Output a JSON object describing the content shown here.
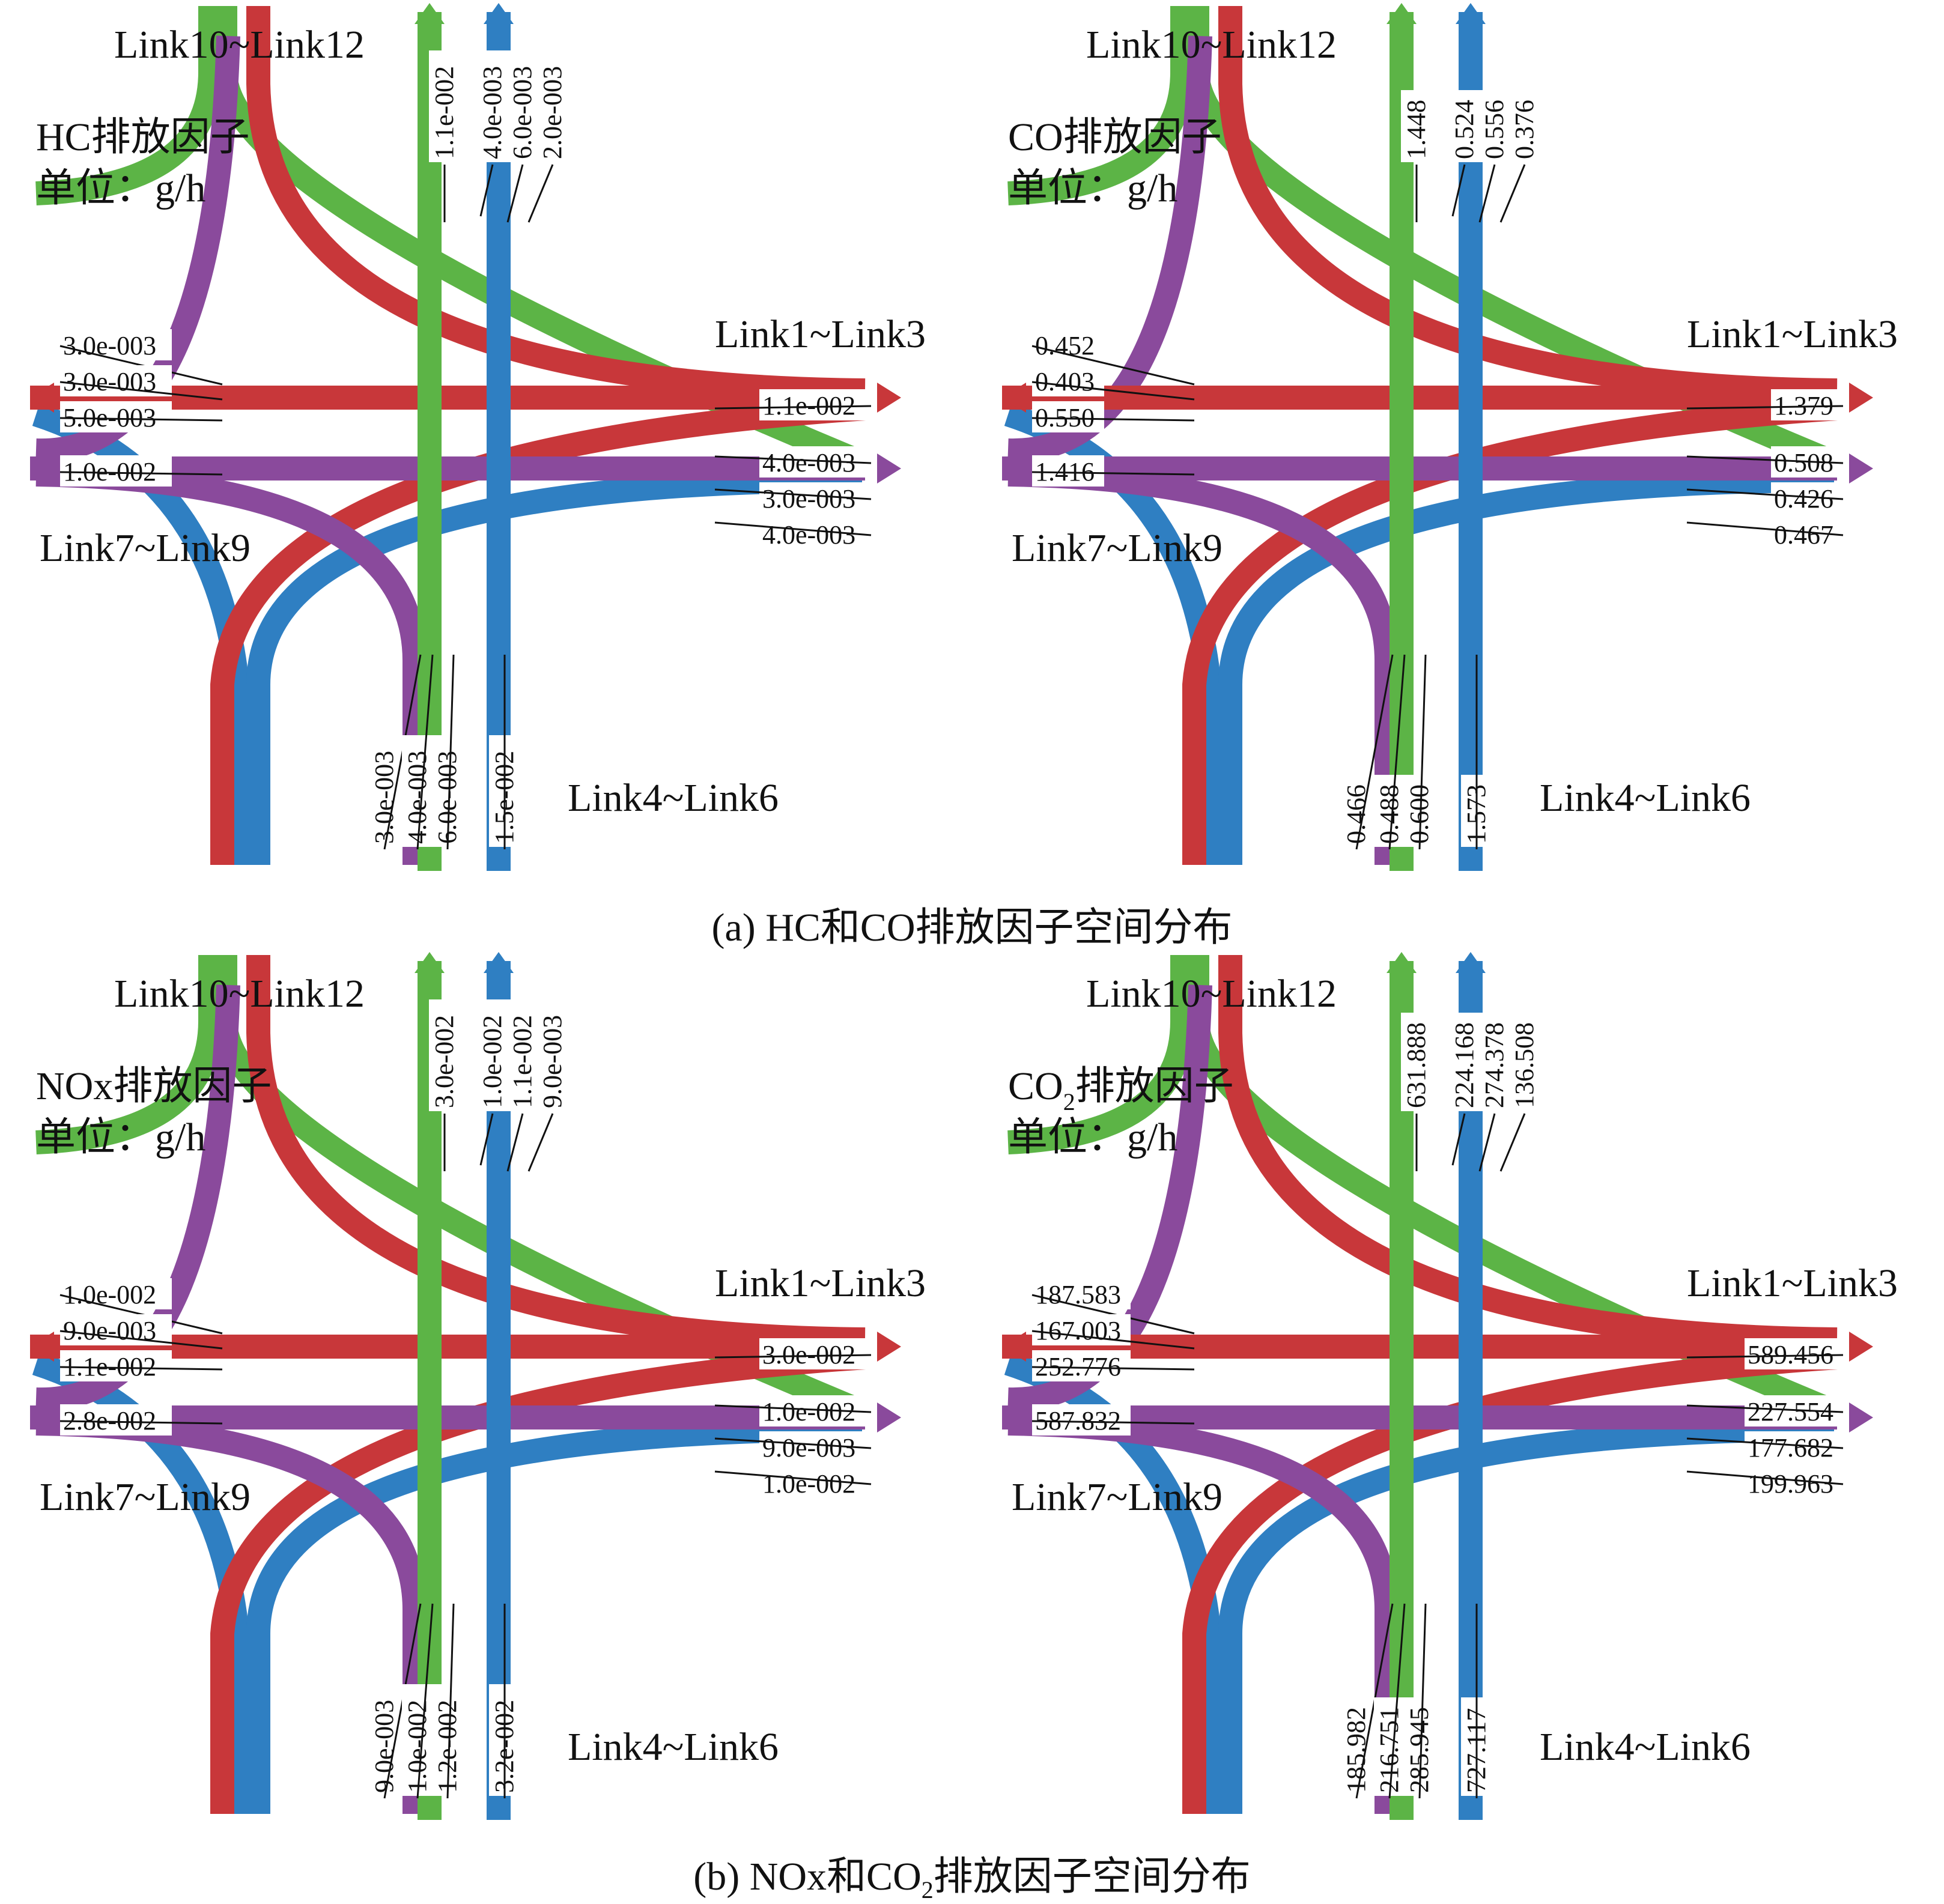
{
  "figure": {
    "caption_a": "(a)  HC和CO排放因子空间分布",
    "caption_b_pre": "(b)  NOx和CO",
    "caption_b_sub": "2",
    "caption_b_post": "排放因子空间分布"
  },
  "colors": {
    "green": "#5cb446",
    "red": "#c8373a",
    "blue": "#2f7fc2",
    "purple": "#8a4a9c"
  },
  "panels": [
    {
      "id": "hc",
      "title": "HC排放因子",
      "title_sub": "",
      "title_post": "",
      "unit": "单位：g/h",
      "link_north": "Link10~Link12",
      "link_east": "Link1~Link3",
      "link_west": "Link7~Link9",
      "link_south": "Link4~Link6",
      "north": [
        "1.1e-002",
        "4.0e-003",
        "6.0e-003",
        "2.0e-003"
      ],
      "west": [
        "3.0e-003",
        "3.0e-003",
        "5.0e-003",
        "1.0e-002"
      ],
      "east": [
        "1.1e-002",
        "4.0e-003",
        "3.0e-003",
        "4.0e-003"
      ],
      "south": [
        "3.0e-003",
        "4.0e-003",
        "6.0e-003",
        "1.5e-002"
      ]
    },
    {
      "id": "co",
      "title": "CO排放因子",
      "title_sub": "",
      "title_post": "",
      "unit": "单位：g/h",
      "link_north": "Link10~Link12",
      "link_east": "Link1~Link3",
      "link_west": "Link7~Link9",
      "link_south": "Link4~Link6",
      "north": [
        "1.448",
        "0.524",
        "0.556",
        "0.376"
      ],
      "west": [
        "0.452",
        "0.403",
        "0.550",
        "1.416"
      ],
      "east": [
        "1.379",
        "0.508",
        "0.426",
        "0.467"
      ],
      "south": [
        "0.466",
        "0.488",
        "0.600",
        "1.573"
      ]
    },
    {
      "id": "nox",
      "title": "NOx排放因子",
      "title_sub": "",
      "title_post": "",
      "unit": "单位：g/h",
      "link_north": "Link10~Link12",
      "link_east": "Link1~Link3",
      "link_west": "Link7~Link9",
      "link_south": "Link4~Link6",
      "north": [
        "3.0e-002",
        "1.0e-002",
        "1.1e-002",
        "9.0e-003"
      ],
      "west": [
        "1.0e-002",
        "9.0e-003",
        "1.1e-002",
        "2.8e-002"
      ],
      "east": [
        "3.0e-002",
        "1.0e-002",
        "9.0e-003",
        "1.0e-002"
      ],
      "south": [
        "9.0e-003",
        "1.0e-002",
        "1.2e-002",
        "3.2e-002"
      ]
    },
    {
      "id": "co2",
      "title": "CO",
      "title_sub": "2",
      "title_post": "排放因子",
      "unit": "单位：g/h",
      "link_north": "Link10~Link12",
      "link_east": "Link1~Link3",
      "link_west": "Link7~Link9",
      "link_south": "Link4~Link6",
      "north": [
        "631.888",
        "224.168",
        "274.378",
        "136.508"
      ],
      "west": [
        "187.583",
        "167.003",
        "252.776",
        "587.832"
      ],
      "east": [
        "589.456",
        "227.554",
        "177.682",
        "199.963"
      ],
      "south": [
        "185.982",
        "216.751",
        "285.945",
        "727.117"
      ]
    }
  ]
}
